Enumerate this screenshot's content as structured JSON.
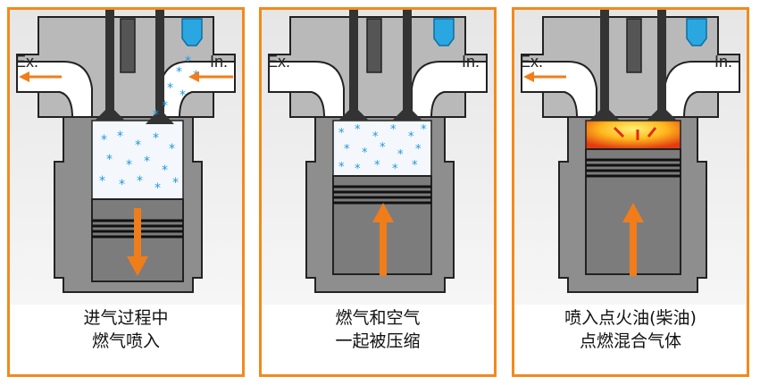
{
  "panels": [
    {
      "ex_label": "Ex.",
      "in_label": "In.",
      "caption_line1": "进气过程中",
      "caption_line2": "燃气喷入"
    },
    {
      "ex_label": "Ex.",
      "in_label": "In.",
      "caption_line1": "燃气和空气",
      "caption_line2": "一起被压缩"
    },
    {
      "ex_label": "Ex.",
      "in_label": "In.",
      "caption_line1": "喷入点火油(柴油)",
      "caption_line2": "点燃混合气体"
    }
  ],
  "colors": {
    "border": "#f28a1c",
    "arrow": "#f07d1a",
    "injector": "#2aa7e0",
    "particles": "#1f97e0"
  }
}
